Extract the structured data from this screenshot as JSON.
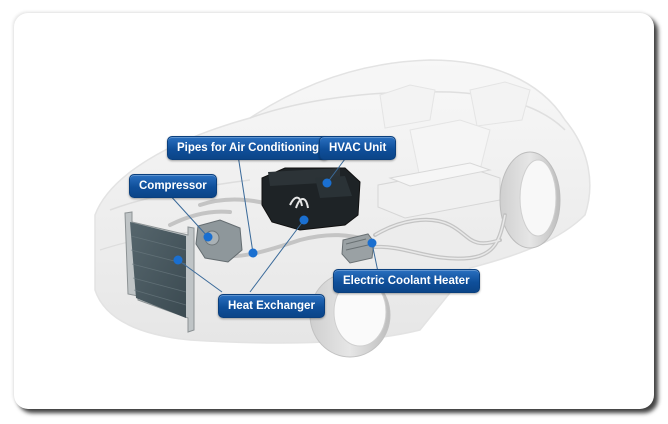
{
  "diagram": {
    "subject": "Electric vehicle thermal management system (cutaway car illustration)",
    "colors": {
      "label_bg": "#0f4f9a",
      "label_text": "#ffffff",
      "leader_line": "#3a6a9a",
      "marker_dot": "#1a6fd0",
      "car_body": "#ececec"
    },
    "labels": [
      {
        "id": "compressor",
        "text": "Compressor"
      },
      {
        "id": "pipes",
        "text": "Pipes for Air Conditioning"
      },
      {
        "id": "hvac",
        "text": "HVAC Unit"
      },
      {
        "id": "heat_exchanger",
        "text": "Heat Exchanger"
      },
      {
        "id": "coolant_heater",
        "text": "Electric Coolant Heater"
      }
    ]
  }
}
